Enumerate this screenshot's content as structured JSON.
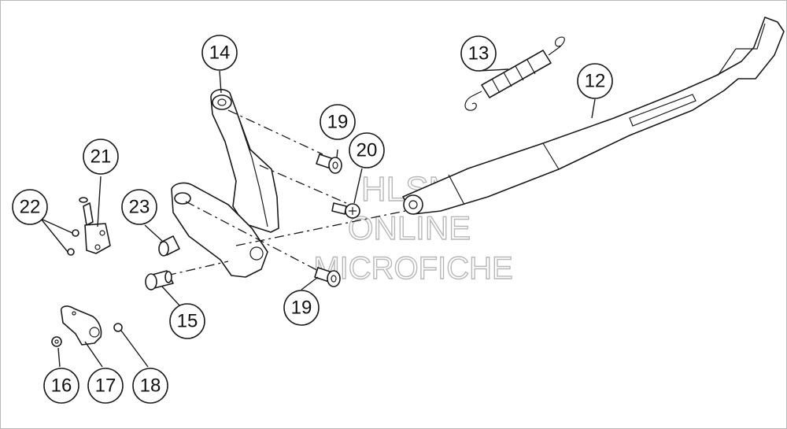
{
  "watermark": {
    "line1": "HLSM",
    "line2": "ONLINE",
    "line3": "MICROFICHE"
  },
  "callouts": [
    {
      "id": "c12",
      "label": "12"
    },
    {
      "id": "c13",
      "label": "13"
    },
    {
      "id": "c14",
      "label": "14"
    },
    {
      "id": "c15",
      "label": "15"
    },
    {
      "id": "c16",
      "label": "16"
    },
    {
      "id": "c17",
      "label": "17"
    },
    {
      "id": "c18",
      "label": "18"
    },
    {
      "id": "c19a",
      "label": "19"
    },
    {
      "id": "c19b",
      "label": "19"
    },
    {
      "id": "c20",
      "label": "20"
    },
    {
      "id": "c21",
      "label": "21"
    },
    {
      "id": "c22",
      "label": "22"
    },
    {
      "id": "c23",
      "label": "23"
    }
  ]
}
